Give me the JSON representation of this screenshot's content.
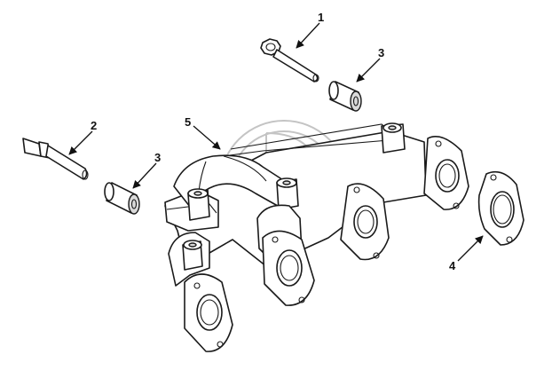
{
  "callouts": [
    {
      "id": "1",
      "label": "1",
      "part": "manifold-capscrew"
    },
    {
      "id": "2",
      "label": "2",
      "part": "manifold-stud"
    },
    {
      "id": "3a",
      "label": "3",
      "part": "spacer-upper"
    },
    {
      "id": "3b",
      "label": "3",
      "part": "spacer-lower"
    },
    {
      "id": "4",
      "label": "4",
      "part": "manifold-gasket"
    },
    {
      "id": "5",
      "label": "5",
      "part": "exhaust-manifold"
    }
  ],
  "colors": {
    "line": "#1a1a1a",
    "watermark": "#c4c4c4",
    "background": "#ffffff"
  }
}
